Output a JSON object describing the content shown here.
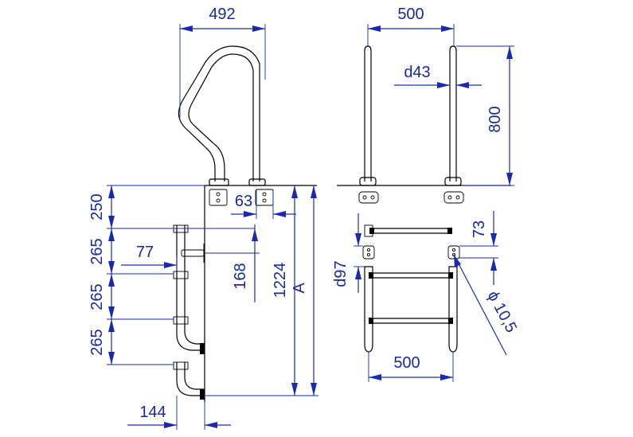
{
  "drawing": {
    "labels": {
      "handrail_span_top": "492",
      "rail_spacing_top": "500",
      "tube_diameter": "d43",
      "handrail_height": "800",
      "top_step_offset": "250",
      "step_pitch_1": "265",
      "step_pitch_2": "265",
      "step_pitch_3": "265",
      "anchor_spacing": "63",
      "step_depth": "77",
      "bracket_height": "168",
      "total_depth": "1224",
      "depth_variable": "A",
      "bottom_offset": "144",
      "step_offset": "73",
      "step_hole_diameter": "d97",
      "bolt_diameter": "ϕ 10,5",
      "rail_spacing_bottom": "500"
    },
    "colors": {
      "dimension": "#1a2ab0",
      "object": "#000000",
      "background": "#ffffff"
    }
  }
}
